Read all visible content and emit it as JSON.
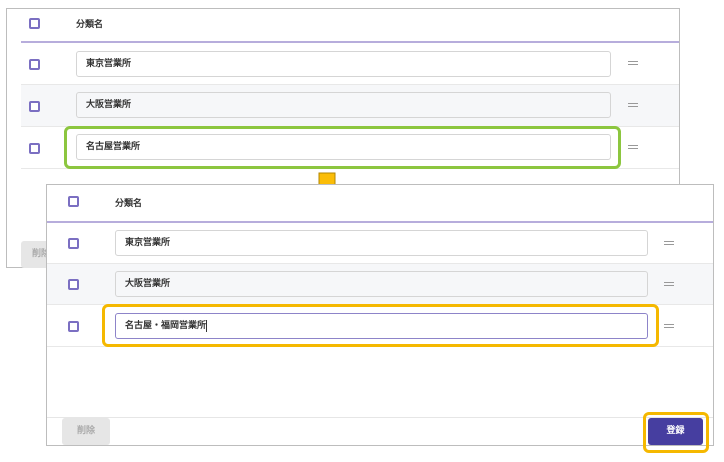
{
  "header": {
    "column_label": "分類名"
  },
  "before": {
    "rows": [
      {
        "value": "東京営業所"
      },
      {
        "value": "大阪営業所"
      },
      {
        "value": "名古屋営業所"
      }
    ],
    "delete_label": "削除"
  },
  "after": {
    "rows": [
      {
        "value": "東京営業所"
      },
      {
        "value": "大阪営業所"
      },
      {
        "value": "名古屋・福岡営業所"
      }
    ],
    "delete_label": "削除",
    "register_label": "登録"
  },
  "colors": {
    "accent": "#463ea0",
    "highlight_green": "#8cc63f",
    "highlight_orange": "#f5b800"
  }
}
